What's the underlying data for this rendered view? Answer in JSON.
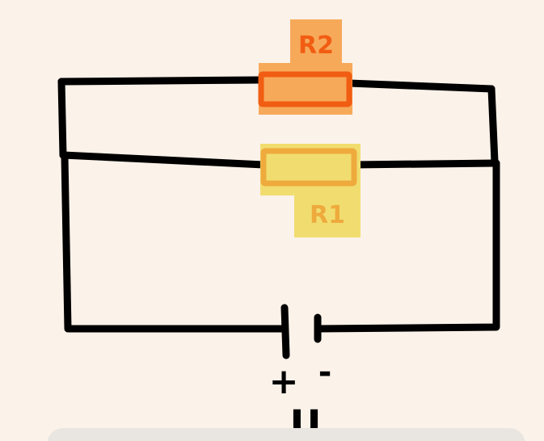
{
  "diagram": {
    "type": "circuit-parallel-resistors",
    "resistor_top_label": "R2",
    "resistor_bottom_label": "R1",
    "battery_plus": "+",
    "battery_minus": "-",
    "voltage_label": "U",
    "colors": {
      "background": "#fbf2e9",
      "wire": "#000000",
      "r2_fill": "#f7a95a",
      "r2_stroke": "#f15d12",
      "r1_fill": "#f1dd6f",
      "r1_stroke": "#eeaa3d",
      "panel": "#e9e6e2"
    }
  }
}
